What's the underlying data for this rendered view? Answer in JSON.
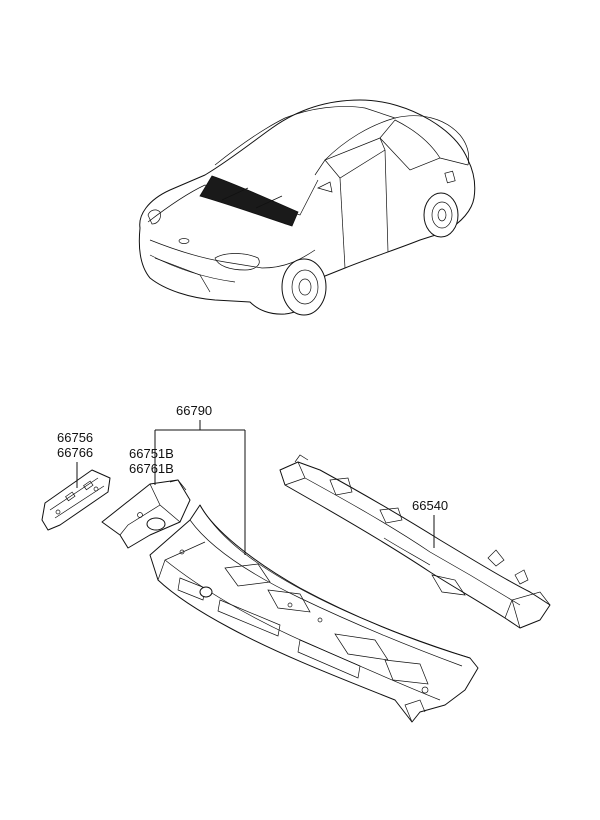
{
  "labels": {
    "p66790": "66790",
    "p66756": "66756",
    "p66766": "66766",
    "p66751b": "66751B",
    "p66761b": "66761B",
    "p66540": "66540"
  },
  "colors": {
    "ink": "#111111",
    "background": "#ffffff",
    "highlight": "#1a1a1a"
  }
}
